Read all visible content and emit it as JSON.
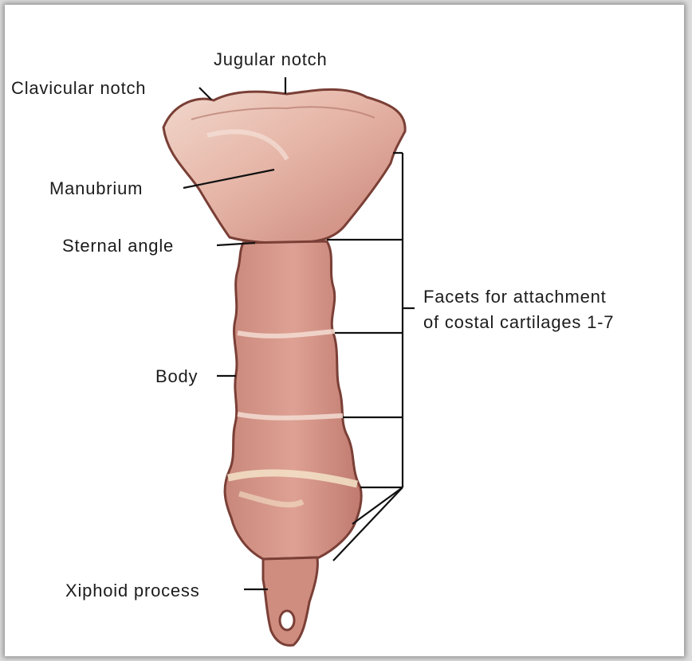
{
  "labels": {
    "jugular_notch": "Jugular notch",
    "clavicular_notch": "Clavicular notch",
    "manubrium": "Manubrium",
    "sternal_angle": "Sternal angle",
    "facets_line1": "Facets for attachment",
    "facets_line2": "of costal cartilages 1-7",
    "body": "Body",
    "xiphoid_process": "Xiphoid process"
  },
  "colors": {
    "bone_fill": "#d9978a",
    "bone_light": "#efd2c5",
    "bone_outline": "#7a3f36",
    "leader_line": "#111111"
  }
}
